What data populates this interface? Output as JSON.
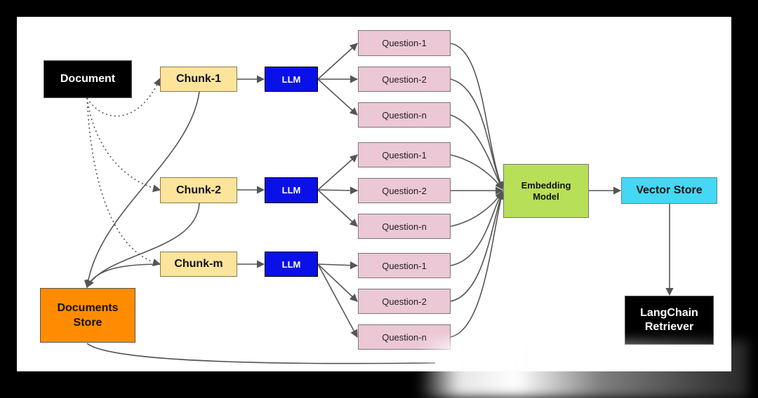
{
  "nodes": {
    "document": "Document",
    "chunk1": "Chunk-1",
    "chunk2": "Chunk-2",
    "chunkm": "Chunk-m",
    "llm1": "LLM",
    "llm2": "LLM",
    "llm3": "LLM",
    "g1": [
      "Question-1",
      "Question-2",
      "Question-n"
    ],
    "g2": [
      "Question-1",
      "Question-2",
      "Question-n"
    ],
    "g3": [
      "Question-1",
      "Question-2",
      "Question-n"
    ],
    "documents_store": "Documents Store",
    "embedding_model": "Embedding Model",
    "vector_store": "Vector Store",
    "retriever": "LangChain Retriever"
  },
  "colors": {
    "document": "#000000",
    "chunk": "#fde49b",
    "llm": "#0a10e8",
    "question": "#ecc7d6",
    "documents_store": "#ff8c00",
    "embedding_model": "#b8df58",
    "vector_store": "#44d8f4",
    "retriever": "#000000",
    "arrow": "#555555"
  }
}
